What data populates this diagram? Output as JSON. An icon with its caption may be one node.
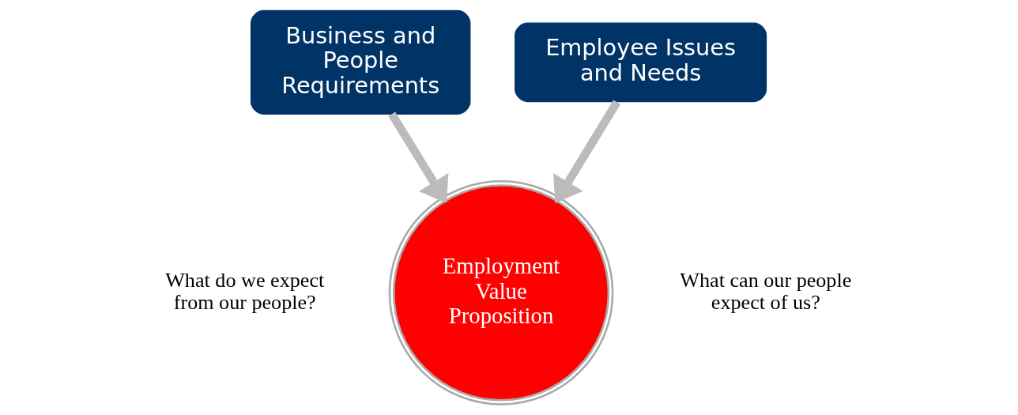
{
  "diagram": {
    "nodes": [
      {
        "text": [
          "Business and People Requirements"
        ]
      },
      {
        "text": [
          "Employee Issues and Needs"
        ]
      },
      {
        "text": [
          "Employment Value Proposition"
        ]
      }
    ],
    "edges": [
      {
        "from": 0,
        "to": 2,
        "arrow": "to"
      },
      {
        "from": 1,
        "to": 2,
        "arrow": "to"
      }
    ],
    "labels": [
      "What do we expect from our people?",
      "What can our people expect of us?"
    ]
  }
}
